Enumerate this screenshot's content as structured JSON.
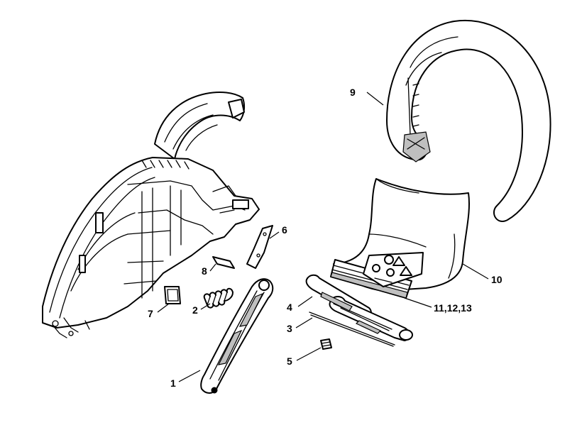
{
  "callouts": [
    {
      "id": "1",
      "text": "1"
    },
    {
      "id": "2",
      "text": "2"
    },
    {
      "id": "3",
      "text": "3"
    },
    {
      "id": "4",
      "text": "4"
    },
    {
      "id": "5",
      "text": "5"
    },
    {
      "id": "6",
      "text": "6"
    },
    {
      "id": "7",
      "text": "7"
    },
    {
      "id": "8",
      "text": "8"
    },
    {
      "id": "9",
      "text": "9"
    },
    {
      "id": "10",
      "text": "10"
    },
    {
      "id": "11-12-13",
      "text": "11,12,13"
    }
  ]
}
